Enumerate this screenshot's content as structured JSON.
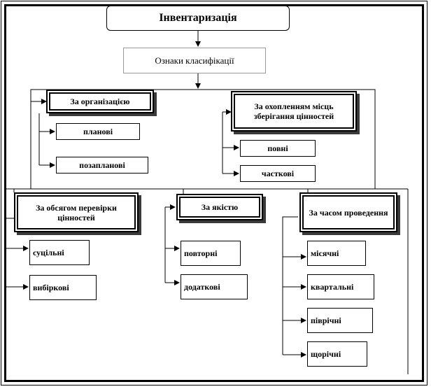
{
  "root": "Інвентаризація",
  "classification": "Ознаки класифікації",
  "groups": {
    "organization": {
      "title": "За організацією",
      "items": [
        "планові",
        "позапланові"
      ]
    },
    "coverage": {
      "title": "За охопленням місць зберігання цінностей",
      "items": [
        "повні",
        "часткові"
      ]
    },
    "volume": {
      "title": "За обсягом перевірки цінностей",
      "items": [
        "суцільні",
        "вибіркові"
      ]
    },
    "quality": {
      "title": "За якістю",
      "items": [
        "повторні",
        "додаткові"
      ]
    },
    "time": {
      "title": "За часом проведення",
      "items": [
        "місячні",
        "квартальні",
        "піврічні",
        "щорічні"
      ]
    }
  }
}
